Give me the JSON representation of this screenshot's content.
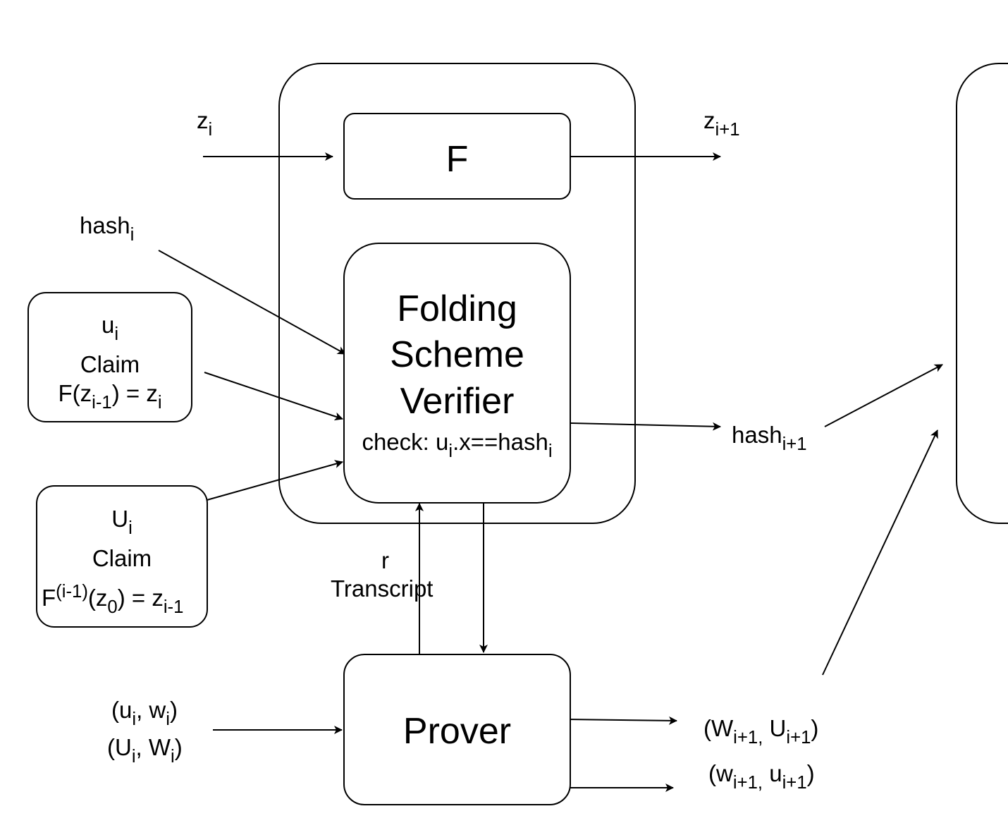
{
  "boxes": {
    "f": {
      "label": "F"
    },
    "verifier": {
      "title_line1": "Folding",
      "title_line2": "Scheme",
      "title_line3": "Verifier",
      "check_prefix": "check: u",
      "check_sub": "i",
      "check_mid": ".x==hash",
      "check_sub2": "i"
    },
    "prover": {
      "label": "Prover"
    },
    "small_claim": {
      "var": "u",
      "var_sub": "i",
      "claim": "Claim",
      "eq_a": "F(z",
      "eq_a_sub": "i-1",
      "eq_b": ") = z",
      "eq_b_sub": "i"
    },
    "big_claim": {
      "var": "U",
      "var_sub": "i",
      "claim": "Claim",
      "eq_a": "F",
      "eq_a_sup": "(i-1)",
      "eq_b": "(z",
      "eq_b_sub": "0",
      "eq_c": ") = z",
      "eq_c_sub": "i-1"
    }
  },
  "labels": {
    "z_in": {
      "base": "z",
      "sub": "i"
    },
    "z_out": {
      "base": "z",
      "sub": "i+1"
    },
    "hash_in": {
      "base": "hash",
      "sub": "i"
    },
    "hash_out": {
      "base": "hash",
      "sub": "i+1"
    },
    "r": "r",
    "transcript": "Transcript",
    "prover_in_1": {
      "a": "(u",
      "a_sub": "i",
      "b": ", w",
      "b_sub": "i",
      "c": ")"
    },
    "prover_in_2": {
      "a": "(U",
      "a_sub": "i",
      "b": ", W",
      "b_sub": "i",
      "c": ")"
    },
    "prover_out_1": {
      "a": "(W",
      "a_sub": "i+1,",
      "b": " U",
      "b_sub": "i+1",
      "c": ")"
    },
    "prover_out_2": {
      "a": "(w",
      "a_sub": "i+1,",
      "b": " u",
      "b_sub": "i+1",
      "c": ")"
    }
  }
}
